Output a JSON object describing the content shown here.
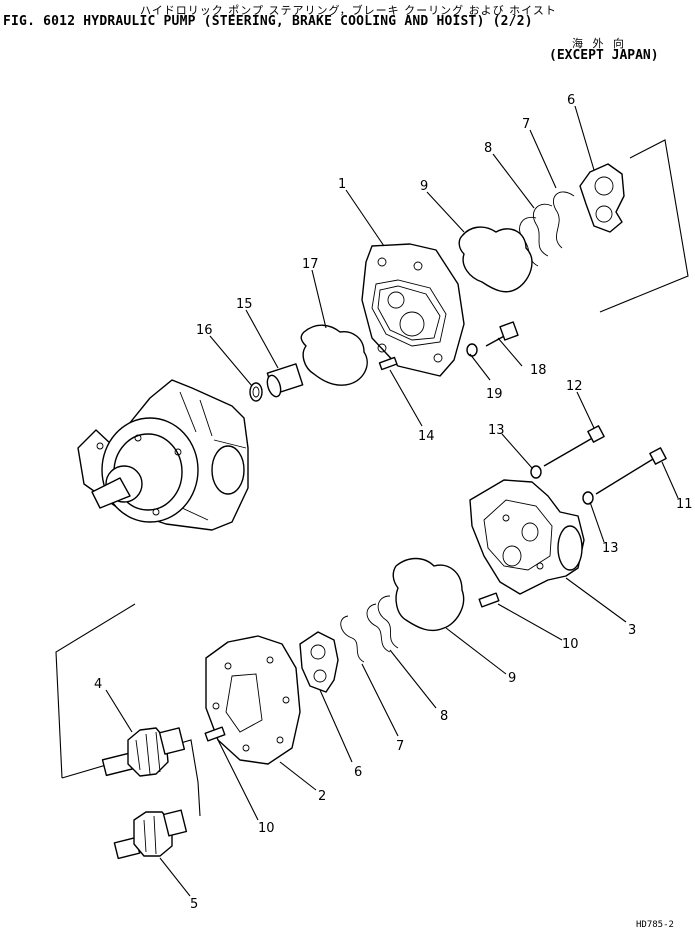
{
  "header": {
    "title_jp": "ハイドロリック ポンプ ステアリング，ブレーキ クーリング および ホイスト",
    "title": "FIG. 6012 HYDRAULIC PUMP (STEERING, BRAKE COOLING AND HOIST) (2/2)",
    "region_jp": "海 外 向",
    "region": "(EXCEPT JAPAN)"
  },
  "drawing_code": "HD785-2",
  "callouts": {
    "c1": "1",
    "c2": "2",
    "c3": "3",
    "c4": "4",
    "c5": "5",
    "c6a": "6",
    "c6b": "6",
    "c7a": "7",
    "c7b": "7",
    "c8a": "8",
    "c8b": "8",
    "c9a": "9",
    "c9b": "9",
    "c10a": "10",
    "c10b": "10",
    "c11": "11",
    "c12": "12",
    "c13a": "13",
    "c13b": "13",
    "c14": "14",
    "c15": "15",
    "c16": "16",
    "c17": "17",
    "c18": "18",
    "c19": "19"
  }
}
